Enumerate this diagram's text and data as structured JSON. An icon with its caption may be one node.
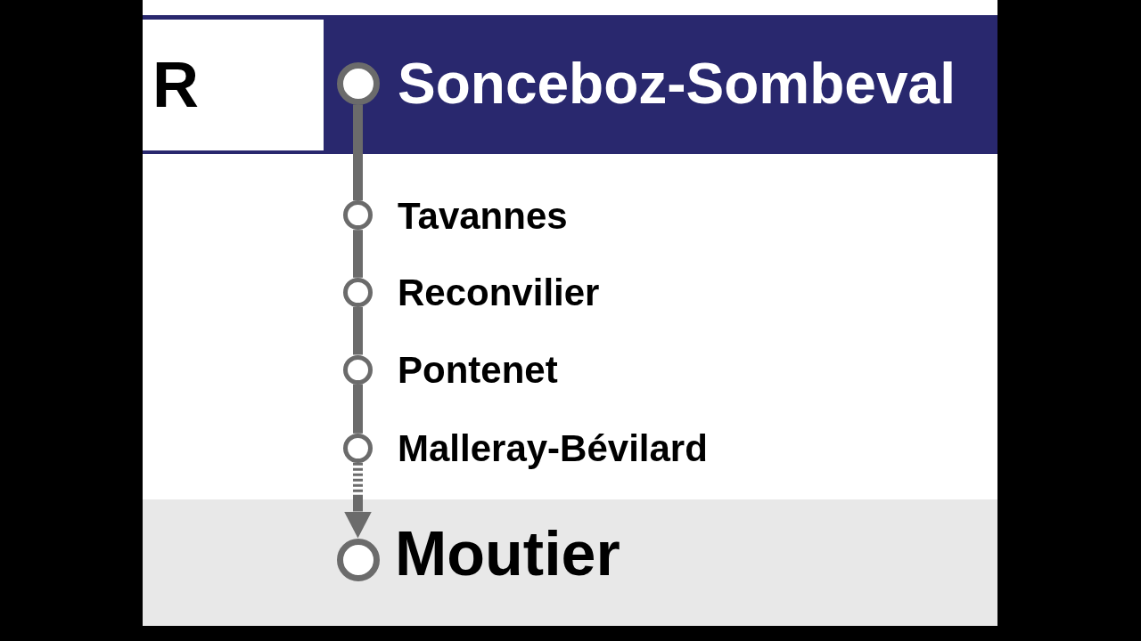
{
  "diagram": {
    "nodes": [
      {
        "text": [
          "Sonceboz-Sombeval"
        ]
      },
      {
        "text": [
          "R"
        ],
        "in": 0
      },
      {
        "text": [],
        "shape": "circle",
        "in": 0
      },
      {
        "text": [],
        "shape": "circle",
        "beside": [
          "Tavannes"
        ]
      },
      {
        "text": [],
        "shape": "circle",
        "beside": [
          "Reconvilier"
        ]
      },
      {
        "text": [],
        "shape": "circle",
        "beside": [
          "Pontenet"
        ]
      },
      {
        "text": [],
        "shape": "circle",
        "beside": [
          "Malleray-Bévilard"
        ]
      },
      {
        "text": [
          "Moutier"
        ]
      },
      {
        "text": [],
        "shape": "circle",
        "in": 7
      }
    ],
    "edges": [
      {
        "from": 2,
        "to": 3,
        "arrow": "none"
      },
      {
        "from": 3,
        "to": 4,
        "arrow": "none"
      },
      {
        "from": 4,
        "to": 5,
        "arrow": "none"
      },
      {
        "from": 5,
        "to": 6,
        "arrow": "none"
      },
      {
        "from": 6,
        "to": 8,
        "arrow": "to",
        "style": "dashed"
      }
    ]
  }
}
